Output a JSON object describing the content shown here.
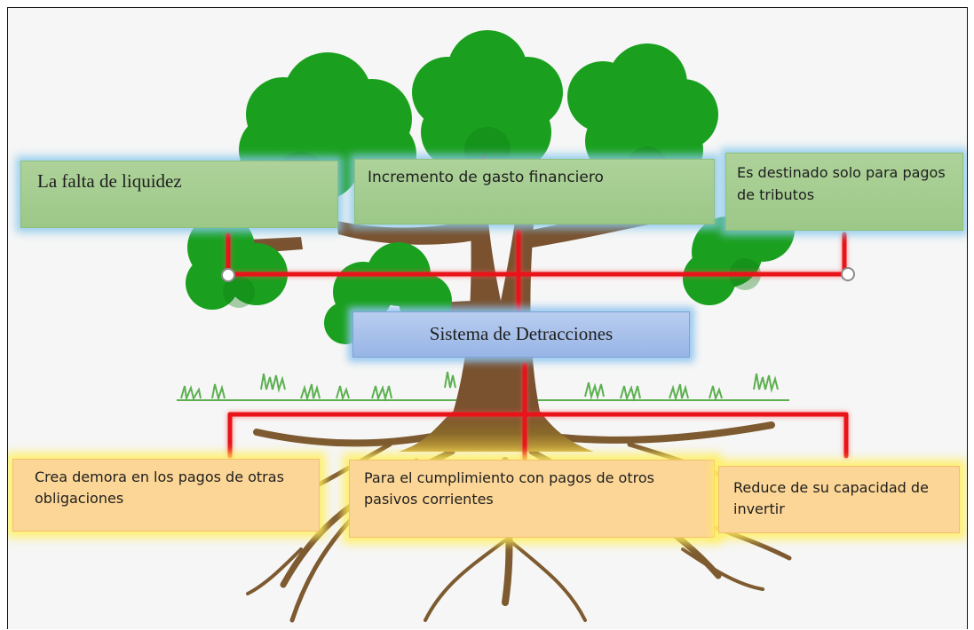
{
  "colors": {
    "leaf": "#1aa01e",
    "leaf_dark": "#0f7a14",
    "trunk": "#7a5230",
    "connector": "#e8141a",
    "grass": "#5cb050",
    "box_green": "#a6d08f",
    "box_blue": "#a8c1ec",
    "box_orange": "#fcd696"
  },
  "center": {
    "label": "Sistema de Detracciones"
  },
  "effects": [
    {
      "label": "La falta de liquidez"
    },
    {
      "label": "Incremento de gasto financiero"
    },
    {
      "label": "Es destinado solo para pagos de tributos"
    }
  ],
  "causes": [
    {
      "label": "Crea demora en los pagos de otras obligaciones"
    },
    {
      "label": "Para el cumplimiento con pagos de otros pasivos corrientes"
    },
    {
      "label": "Reduce de su capacidad de invertir"
    }
  ]
}
